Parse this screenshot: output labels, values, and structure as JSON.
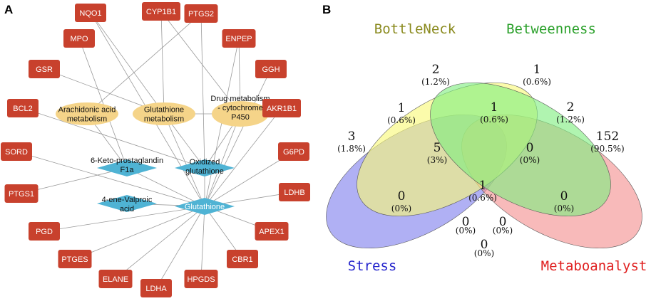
{
  "panel_a": {
    "letter": "A",
    "genes": [
      "NQO1",
      "CYP1B1",
      "PTGS2",
      "MPO",
      "ENPEP",
      "GSR",
      "GGH",
      "BCL2",
      "AKR1B1",
      "SORD",
      "G6PD",
      "PTGS1",
      "LDHB",
      "PGD",
      "APEX1",
      "PTGES",
      "CBR1",
      "ELANE",
      "HPGDS",
      "LDHA"
    ],
    "pathways": [
      {
        "lines": [
          "Arachidonic acid",
          "metabolism"
        ]
      },
      {
        "lines": [
          "Glutathione",
          "metabolism"
        ]
      },
      {
        "lines": [
          "Drug metabolism",
          "- cytochrome",
          "P450"
        ]
      }
    ],
    "metabolites": [
      {
        "lines": [
          "6-Keto-prostaglandin",
          "F1a"
        ]
      },
      {
        "lines": [
          "Oxidized",
          "glutathione"
        ]
      },
      {
        "lines": [
          "4-ene-Valproic",
          "acid"
        ]
      },
      {
        "lines": [
          "Glutathione"
        ]
      }
    ]
  },
  "panel_b": {
    "letter": "B",
    "sets": [
      {
        "name": "BottleNeck",
        "color": "#8a8a1e"
      },
      {
        "name": "Betweenness",
        "color": "#2aa02a"
      },
      {
        "name": "Stress",
        "color": "#2323cc"
      },
      {
        "name": "Metaboanalyst",
        "color": "#e02020"
      }
    ],
    "fills": [
      "#8080ee",
      "#f8f878",
      "#80ee80",
      "#f49090"
    ],
    "regions": [
      {
        "count": "2",
        "pct": "(1.2%)"
      },
      {
        "count": "1",
        "pct": "(0.6%)"
      },
      {
        "count": "3",
        "pct": "(1.8%)"
      },
      {
        "count": "152",
        "pct": "(90.5%)"
      },
      {
        "count": "1",
        "pct": "(0.6%)"
      },
      {
        "count": "1",
        "pct": "(0.6%)"
      },
      {
        "count": "2",
        "pct": "(1.2%)"
      },
      {
        "count": "5",
        "pct": "(3%)"
      },
      {
        "count": "0",
        "pct": "(0%)"
      },
      {
        "count": "1",
        "pct": "(0.6%)"
      },
      {
        "count": "0",
        "pct": "(0%)"
      },
      {
        "count": "0",
        "pct": "(0%)"
      },
      {
        "count": "0",
        "pct": "(0%)"
      },
      {
        "count": "0",
        "pct": "(0%)"
      },
      {
        "count": "0",
        "pct": "(0%)"
      }
    ]
  }
}
